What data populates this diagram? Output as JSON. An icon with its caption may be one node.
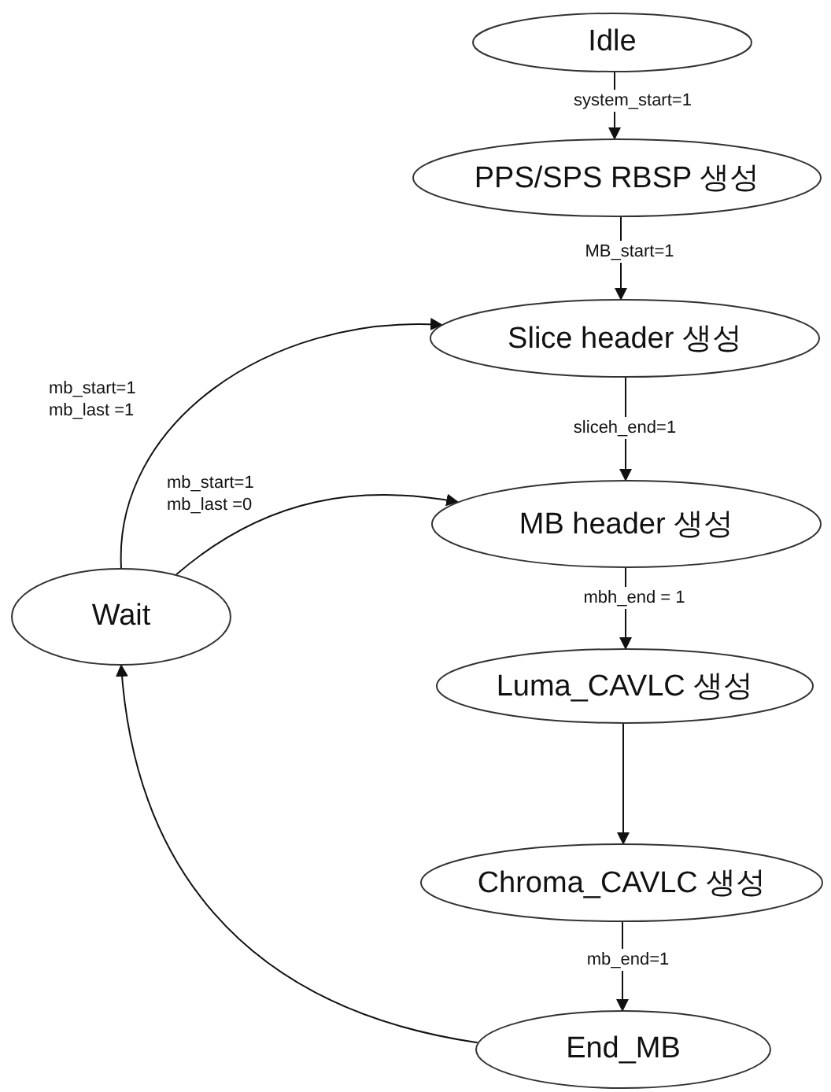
{
  "diagram": {
    "nodes": [
      {
        "text": [
          "Idle"
        ]
      },
      {
        "text": [
          "PPS/SPS RBSP 생성"
        ]
      },
      {
        "text": [
          "Slice header 생성"
        ]
      },
      {
        "text": [
          "MB header 생성"
        ]
      },
      {
        "text": [
          "Luma_CAVLC 생성"
        ]
      },
      {
        "text": [
          "Chroma_CAVLC 생성"
        ]
      },
      {
        "text": [
          "End_MB"
        ]
      },
      {
        "text": [
          "Wait"
        ]
      }
    ],
    "edges": [
      {
        "from": 0,
        "to": 1,
        "arrow": "to",
        "label": "system_start=1"
      },
      {
        "from": 1,
        "to": 2,
        "arrow": "to",
        "label": "MB_start=1"
      },
      {
        "from": 2,
        "to": 3,
        "arrow": "to",
        "label": "sliceh_end=1"
      },
      {
        "from": 3,
        "to": 4,
        "arrow": "to",
        "label": "mbh_end = 1"
      },
      {
        "from": 4,
        "to": 5,
        "arrow": "to"
      },
      {
        "from": 5,
        "to": 6,
        "arrow": "to",
        "label": "mb_end=1"
      },
      {
        "from": 6,
        "to": 7,
        "arrow": "to"
      },
      {
        "from": 7,
        "to": 2,
        "arrow": "to",
        "label": "mb_start=1 mb_last =1"
      },
      {
        "from": 7,
        "to": 3,
        "arrow": "to",
        "label": "mb_start=1 mb_last =0"
      }
    ]
  }
}
